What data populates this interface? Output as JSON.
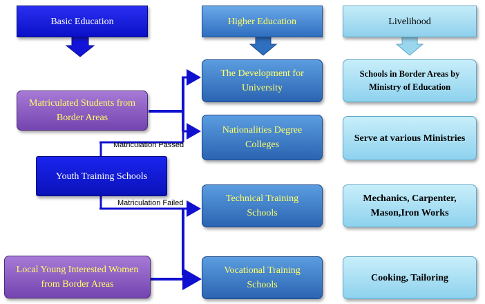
{
  "headers": {
    "basic": "Basic Education",
    "higher": "Higher Education",
    "livelihood": "Livelihood"
  },
  "left": {
    "matriculated": "Matriculated Students from Border Areas",
    "youth": "Youth Training Schools",
    "women": "Local Young Interested Women from Border Areas"
  },
  "middle": {
    "development": "The Development for University",
    "nationalities": "Nationalities Degree Colleges",
    "technical": "Technical Training Schools",
    "vocational": "Vocational Training Schools"
  },
  "right": {
    "border_schools": "Schools in Border Areas by Ministry of Education",
    "ministries": "Serve at various Ministries",
    "mechanics": "Mechanics, Carpenter, Mason,Iron Works",
    "cooking": "Cooking, Tailoring"
  },
  "labels": {
    "passed": "Matriculation Passed",
    "failed": "Matriculation Failed"
  },
  "colors": {
    "arrow_blue": "#1414d8",
    "connector": "#1010d0"
  }
}
